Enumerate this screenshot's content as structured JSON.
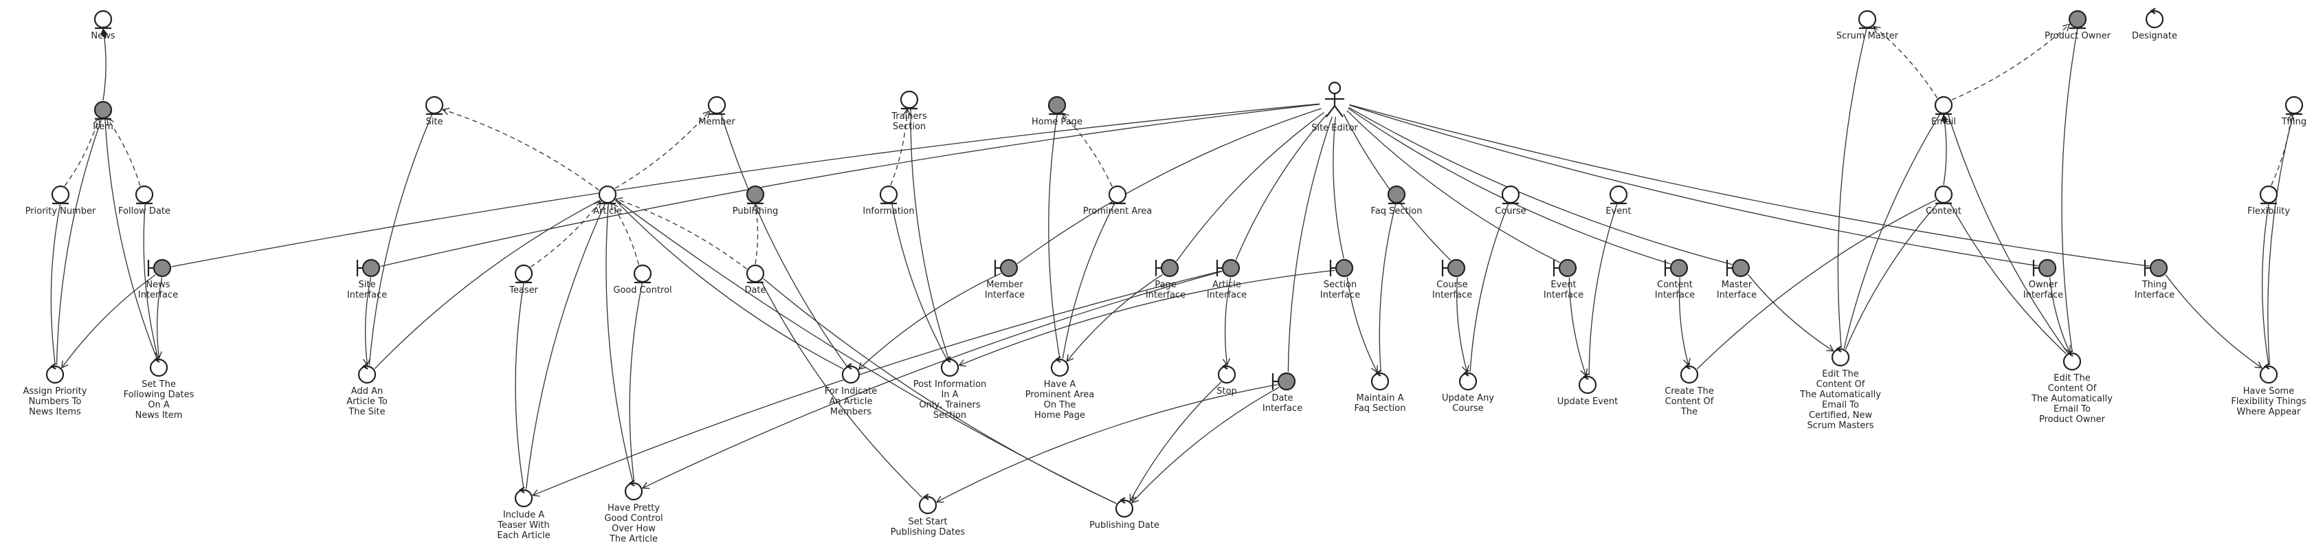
{
  "nodes": [
    {
      "id": "news",
      "type": "entity",
      "label": [
        "News"
      ]
    },
    {
      "id": "item",
      "type": "entity",
      "label": [
        "Item"
      ],
      "filled": true
    },
    {
      "id": "priority_number",
      "type": "entity",
      "label": [
        "Priority Number"
      ]
    },
    {
      "id": "follow_date",
      "type": "entity",
      "label": [
        "Follow Date"
      ]
    },
    {
      "id": "news_interface",
      "type": "boundary",
      "label": [
        "News",
        "Interface"
      ]
    },
    {
      "id": "assign_priority",
      "type": "control",
      "label": [
        "Assign Priority",
        "Numbers To",
        "News Items"
      ]
    },
    {
      "id": "set_following_dates",
      "type": "control",
      "label": [
        "Set The",
        "Following Dates",
        "On A",
        "News Item"
      ]
    },
    {
      "id": "site",
      "type": "entity",
      "label": [
        "Site"
      ]
    },
    {
      "id": "site_interface",
      "type": "boundary",
      "label": [
        "Site",
        "Interface"
      ]
    },
    {
      "id": "add_article",
      "type": "control",
      "label": [
        "Add An",
        "Article To",
        "The Site"
      ]
    },
    {
      "id": "member",
      "type": "entity",
      "label": [
        "Member"
      ]
    },
    {
      "id": "article",
      "type": "entity",
      "label": [
        "Article"
      ]
    },
    {
      "id": "teaser",
      "type": "entity",
      "label": [
        "Teaser"
      ]
    },
    {
      "id": "good_control",
      "type": "entity",
      "label": [
        "Good Control"
      ]
    },
    {
      "id": "publishing",
      "type": "entity",
      "label": [
        "Publishing"
      ],
      "filled": true
    },
    {
      "id": "date",
      "type": "entity",
      "label": [
        "Date"
      ]
    },
    {
      "id": "include_teaser",
      "type": "control",
      "label": [
        "Include A",
        "Teaser With",
        "Each Article"
      ]
    },
    {
      "id": "have_pretty_good_control",
      "type": "control",
      "label": [
        "Have Pretty",
        "Good Control",
        "Over How",
        "The Article"
      ]
    },
    {
      "id": "for_indicate",
      "type": "control",
      "label": [
        "For Indicate",
        "An Article",
        "Members"
      ]
    },
    {
      "id": "trainers_section",
      "type": "entity",
      "label": [
        "Trainers",
        "Section"
      ]
    },
    {
      "id": "information",
      "type": "entity",
      "label": [
        "Information"
      ]
    },
    {
      "id": "post_information",
      "type": "control",
      "label": [
        "Post Information",
        "In A",
        "Only, Trainers",
        "Section"
      ]
    },
    {
      "id": "set_start_publishing",
      "type": "control",
      "label": [
        "Set Start",
        "Publishing Dates"
      ]
    },
    {
      "id": "member_interface",
      "type": "boundary",
      "label": [
        "Member",
        "Interface"
      ]
    },
    {
      "id": "home_page",
      "type": "entity",
      "label": [
        "Home Page"
      ],
      "filled": true
    },
    {
      "id": "prominent_area",
      "type": "entity",
      "label": [
        "Prominent Area"
      ]
    },
    {
      "id": "have_prominent_area",
      "type": "control",
      "label": [
        "Have A",
        "Prominent Area",
        "On The",
        "Home Page"
      ]
    },
    {
      "id": "page_interface",
      "type": "boundary",
      "label": [
        "Page",
        "Interface"
      ]
    },
    {
      "id": "article_interface",
      "type": "boundary",
      "label": [
        "Article",
        "Interface"
      ]
    },
    {
      "id": "stop",
      "type": "control",
      "label": [
        "Stop"
      ]
    },
    {
      "id": "publishing_date",
      "type": "control",
      "label": [
        "Publishing Date"
      ]
    },
    {
      "id": "date_interface",
      "type": "boundary",
      "label": [
        "Date",
        "Interface"
      ]
    },
    {
      "id": "site_editor",
      "type": "actor",
      "label": [
        "Site Editor"
      ]
    },
    {
      "id": "section_interface",
      "type": "boundary",
      "label": [
        "Section",
        "Interface"
      ]
    },
    {
      "id": "faq_section",
      "type": "entity",
      "label": [
        "Faq Section"
      ],
      "filled": true
    },
    {
      "id": "maintain_faq",
      "type": "control",
      "label": [
        "Maintain A",
        "Faq Section"
      ]
    },
    {
      "id": "course",
      "type": "entity",
      "label": [
        "Course"
      ]
    },
    {
      "id": "course_interface",
      "type": "boundary",
      "label": [
        "Course",
        "Interface"
      ]
    },
    {
      "id": "update_course",
      "type": "control",
      "label": [
        "Update Any",
        "Course"
      ]
    },
    {
      "id": "event",
      "type": "entity",
      "label": [
        "Event"
      ]
    },
    {
      "id": "event_interface",
      "type": "boundary",
      "label": [
        "Event",
        "Interface"
      ]
    },
    {
      "id": "update_event",
      "type": "control",
      "label": [
        "Update Event"
      ]
    },
    {
      "id": "content_interface",
      "type": "boundary",
      "label": [
        "Content",
        "Interface"
      ]
    },
    {
      "id": "create_content",
      "type": "control",
      "label": [
        "Create The",
        "Content Of",
        "The"
      ]
    },
    {
      "id": "master_interface",
      "type": "boundary",
      "label": [
        "Master",
        "Interface"
      ]
    },
    {
      "id": "scrum_master",
      "type": "entity",
      "label": [
        "Scrum Master"
      ]
    },
    {
      "id": "product_owner",
      "type": "entity",
      "label": [
        "Product Owner"
      ],
      "filled": true
    },
    {
      "id": "designate",
      "type": "control",
      "label": [
        "Designate"
      ]
    },
    {
      "id": "email",
      "type": "entity",
      "label": [
        "Email"
      ]
    },
    {
      "id": "content",
      "type": "entity",
      "label": [
        "Content"
      ]
    },
    {
      "id": "edit_content_scrum",
      "type": "control",
      "label": [
        "Edit The",
        "Content Of",
        "The Automatically",
        "Email To",
        "Certified, New",
        "Scrum Masters"
      ]
    },
    {
      "id": "owner_interface",
      "type": "boundary",
      "label": [
        "Owner",
        "Interface"
      ]
    },
    {
      "id": "edit_content_owner",
      "type": "control",
      "label": [
        "Edit The",
        "Content Of",
        "The Automatically",
        "Email To",
        "Product Owner"
      ]
    },
    {
      "id": "thing_interface",
      "type": "boundary",
      "label": [
        "Thing",
        "Interface"
      ]
    },
    {
      "id": "thing",
      "type": "entity",
      "label": [
        "Thing"
      ]
    },
    {
      "id": "flexibility",
      "type": "entity",
      "label": [
        "Flexibility"
      ]
    },
    {
      "id": "have_flexibility",
      "type": "control",
      "label": [
        "Have Some",
        "Flexibility Things",
        "Where Appear"
      ]
    }
  ],
  "edges": [
    {
      "from": "item",
      "to": "news",
      "kind": "composition"
    },
    {
      "from": "priority_number",
      "to": "item",
      "kind": "dashed-arrow"
    },
    {
      "from": "follow_date",
      "to": "item",
      "kind": "dashed-arrow"
    },
    {
      "from": "priority_number",
      "to": "assign_priority",
      "kind": "line"
    },
    {
      "from": "item",
      "to": "assign_priority",
      "kind": "line"
    },
    {
      "from": "follow_date",
      "to": "set_following_dates",
      "kind": "line"
    },
    {
      "from": "item",
      "to": "set_following_dates",
      "kind": "line"
    },
    {
      "from": "news_interface",
      "to": "assign_priority",
      "kind": "arrow"
    },
    {
      "from": "news_interface",
      "to": "set_following_dates",
      "kind": "arrow"
    },
    {
      "from": "site_editor",
      "to": "news_interface",
      "kind": "line"
    },
    {
      "from": "site_editor",
      "to": "site_interface",
      "kind": "line"
    },
    {
      "from": "site_interface",
      "to": "add_article",
      "kind": "arrow"
    },
    {
      "from": "site",
      "to": "add_article",
      "kind": "line"
    },
    {
      "from": "article",
      "to": "add_article",
      "kind": "line"
    },
    {
      "from": "article",
      "to": "site",
      "kind": "dashed-arrow"
    },
    {
      "from": "article",
      "to": "member",
      "kind": "dashed-arrow"
    },
    {
      "from": "teaser",
      "to": "article",
      "kind": "dashed-arrow"
    },
    {
      "from": "good_control",
      "to": "article",
      "kind": "dashed-arrow"
    },
    {
      "from": "date",
      "to": "article",
      "kind": "dashed-arrow"
    },
    {
      "from": "date",
      "to": "publishing",
      "kind": "dashed-arrow"
    },
    {
      "from": "teaser",
      "to": "include_teaser",
      "kind": "line"
    },
    {
      "from": "article",
      "to": "include_teaser",
      "kind": "line"
    },
    {
      "from": "good_control",
      "to": "have_pretty_good_control",
      "kind": "line"
    },
    {
      "from": "article",
      "to": "have_pretty_good_control",
      "kind": "line"
    },
    {
      "from": "member",
      "to": "for_indicate",
      "kind": "line"
    },
    {
      "from": "article",
      "to": "for_indicate",
      "kind": "line"
    },
    {
      "from": "member_interface",
      "to": "for_indicate",
      "kind": "arrow"
    },
    {
      "from": "site_editor",
      "to": "member_interface",
      "kind": "line"
    },
    {
      "from": "information",
      "to": "trainers_section",
      "kind": "dashed-arrow"
    },
    {
      "from": "information",
      "to": "post_information",
      "kind": "line"
    },
    {
      "from": "trainers_section",
      "to": "post_information",
      "kind": "line"
    },
    {
      "from": "section_interface",
      "to": "post_information",
      "kind": "arrow"
    },
    {
      "from": "date",
      "to": "set_start_publishing",
      "kind": "line"
    },
    {
      "from": "date",
      "to": "publishing_date",
      "kind": "line"
    },
    {
      "from": "article",
      "to": "publishing_date",
      "kind": "line"
    },
    {
      "from": "date_interface",
      "to": "set_start_publishing",
      "kind": "arrow"
    },
    {
      "from": "date_interface",
      "to": "publishing_date",
      "kind": "arrow"
    },
    {
      "from": "site_editor",
      "to": "date_interface",
      "kind": "line"
    },
    {
      "from": "prominent_area",
      "to": "home_page",
      "kind": "dashed-arrow"
    },
    {
      "from": "home_page",
      "to": "have_prominent_area",
      "kind": "line"
    },
    {
      "from": "prominent_area",
      "to": "have_prominent_area",
      "kind": "line"
    },
    {
      "from": "page_interface",
      "to": "have_prominent_area",
      "kind": "arrow"
    },
    {
      "from": "site_editor",
      "to": "page_interface",
      "kind": "line"
    },
    {
      "from": "site_editor",
      "to": "article_interface",
      "kind": "line"
    },
    {
      "from": "article_interface",
      "to": "stop",
      "kind": "arrow"
    },
    {
      "from": "article_interface",
      "to": "include_teaser",
      "kind": "arrow"
    },
    {
      "from": "article_interface",
      "to": "have_pretty_good_control",
      "kind": "arrow"
    },
    {
      "from": "stop",
      "to": "publishing_date",
      "kind": "arrow"
    },
    {
      "from": "site_editor",
      "to": "section_interface",
      "kind": "line"
    },
    {
      "from": "section_interface",
      "to": "maintain_faq",
      "kind": "arrow"
    },
    {
      "from": "faq_section",
      "to": "maintain_faq",
      "kind": "line"
    },
    {
      "from": "site_editor",
      "to": "course_interface",
      "kind": "line"
    },
    {
      "from": "course_interface",
      "to": "update_course",
      "kind": "arrow"
    },
    {
      "from": "course",
      "to": "update_course",
      "kind": "line"
    },
    {
      "from": "site_editor",
      "to": "event_interface",
      "kind": "line"
    },
    {
      "from": "event_interface",
      "to": "update_event",
      "kind": "arrow"
    },
    {
      "from": "event",
      "to": "update_event",
      "kind": "line"
    },
    {
      "from": "site_editor",
      "to": "content_interface",
      "kind": "line"
    },
    {
      "from": "content_interface",
      "to": "create_content",
      "kind": "arrow"
    },
    {
      "from": "content",
      "to": "create_content",
      "kind": "line"
    },
    {
      "from": "site_editor",
      "to": "master_interface",
      "kind": "line"
    },
    {
      "from": "master_interface",
      "to": "edit_content_scrum",
      "kind": "arrow"
    },
    {
      "from": "email",
      "to": "scrum_master",
      "kind": "dashed-arrow"
    },
    {
      "from": "email",
      "to": "product_owner",
      "kind": "dashed-arrow"
    },
    {
      "from": "content",
      "to": "email",
      "kind": "composition"
    },
    {
      "from": "scrum_master",
      "to": "edit_content_scrum",
      "kind": "line"
    },
    {
      "from": "email",
      "to": "edit_content_scrum",
      "kind": "line"
    },
    {
      "from": "content",
      "to": "edit_content_scrum",
      "kind": "line"
    },
    {
      "from": "site_editor",
      "to": "owner_interface",
      "kind": "line"
    },
    {
      "from": "owner_interface",
      "to": "edit_content_owner",
      "kind": "arrow"
    },
    {
      "from": "email",
      "to": "edit_content_owner",
      "kind": "line"
    },
    {
      "from": "content",
      "to": "edit_content_owner",
      "kind": "line"
    },
    {
      "from": "product_owner",
      "to": "edit_content_owner",
      "kind": "line"
    },
    {
      "from": "site_editor",
      "to": "thing_interface",
      "kind": "line"
    },
    {
      "from": "thing_interface",
      "to": "have_flexibility",
      "kind": "arrow"
    },
    {
      "from": "flexibility",
      "to": "thing",
      "kind": "dashed-arrow"
    },
    {
      "from": "flexibility",
      "to": "have_flexibility",
      "kind": "line"
    },
    {
      "from": "thing",
      "to": "have_flexibility",
      "kind": "line"
    }
  ]
}
